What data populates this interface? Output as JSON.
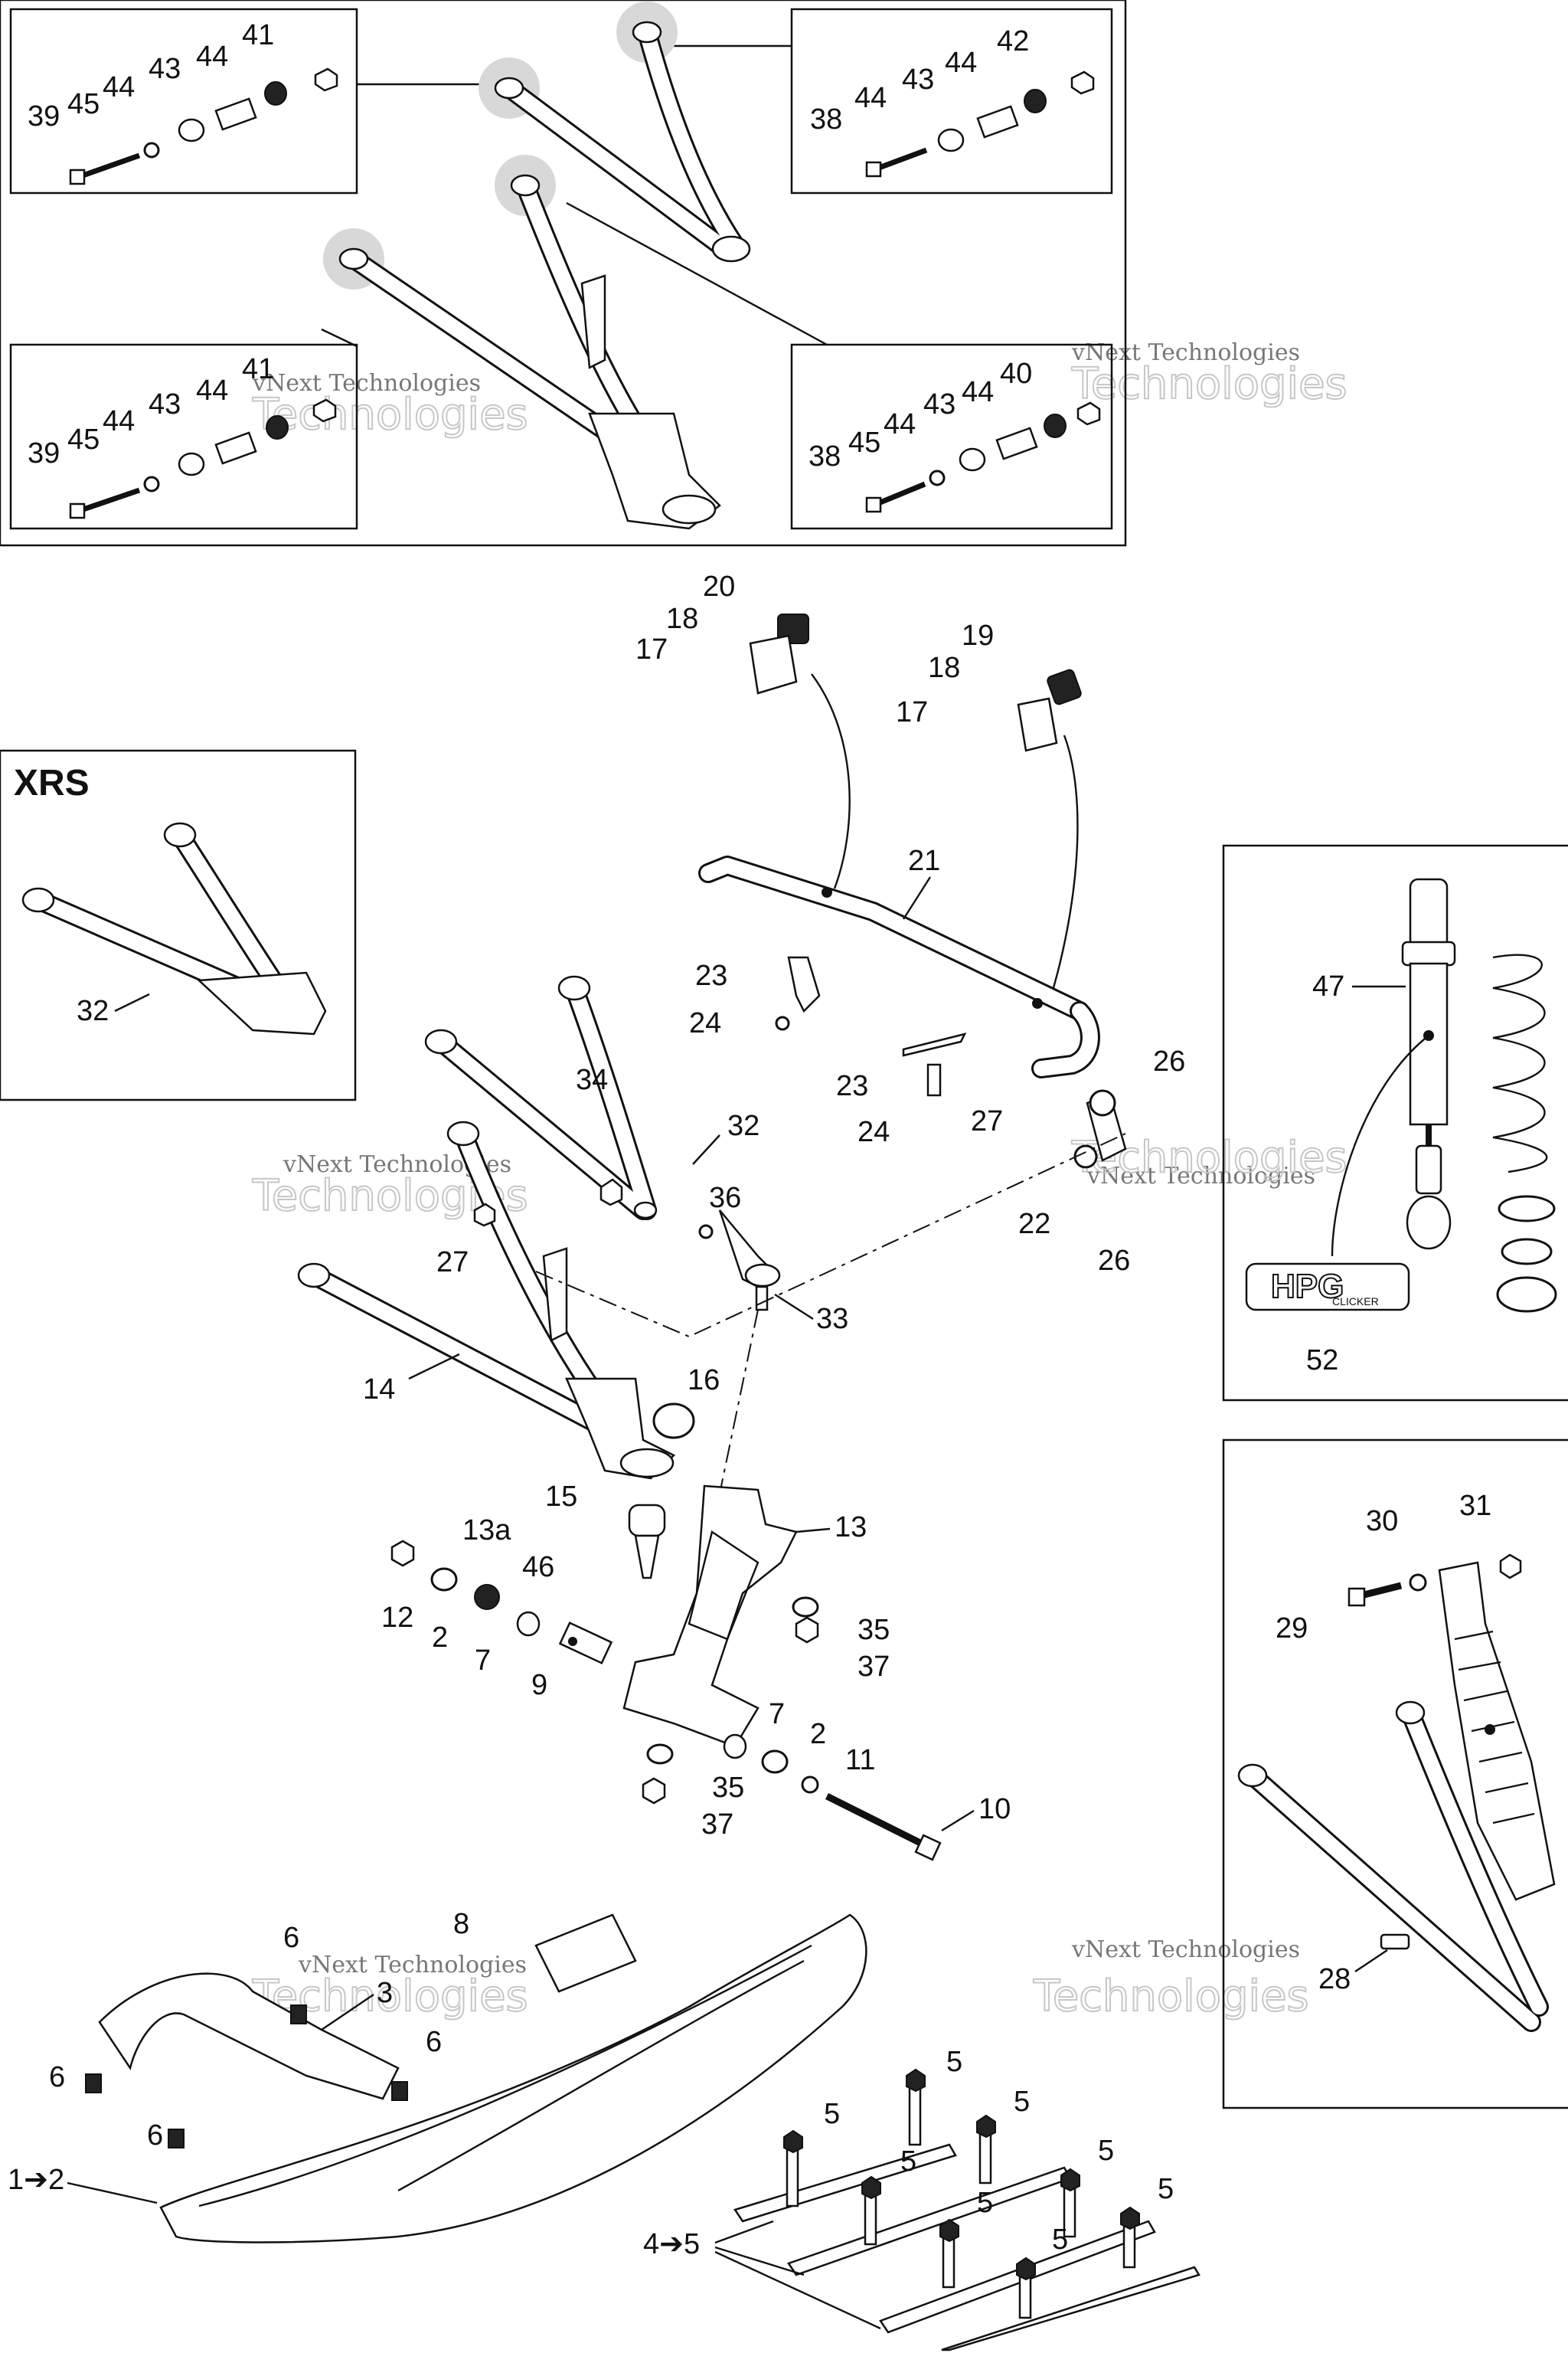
{
  "diagram": {
    "xrs_title": "XRS",
    "watermark": {
      "line1": "vNext Technologies",
      "line2": "Technologies"
    },
    "inset_top_left_upper": {
      "labels": [
        "41",
        "44",
        "43",
        "44",
        "45",
        "39"
      ]
    },
    "inset_top_left_lower": {
      "labels": [
        "41",
        "44",
        "43",
        "44",
        "45",
        "39"
      ]
    },
    "inset_top_right_upper": {
      "labels": [
        "42",
        "44",
        "43",
        "44",
        "38"
      ]
    },
    "inset_top_right_lower": {
      "labels": [
        "40",
        "44",
        "43",
        "44",
        "45",
        "38"
      ]
    },
    "sway_bar": {
      "labels": [
        "20",
        "18",
        "17",
        "19",
        "18",
        "17",
        "21",
        "23",
        "24",
        "23",
        "24",
        "27",
        "26",
        "22",
        "26"
      ]
    },
    "xrs_inset": {
      "labels": [
        "32"
      ]
    },
    "arms": {
      "labels": [
        "34",
        "32",
        "36",
        "27",
        "33",
        "14",
        "16"
      ]
    },
    "spindle": {
      "labels": [
        "15",
        "13",
        "13a",
        "46",
        "12",
        "2",
        "7",
        "9",
        "35",
        "37",
        "7",
        "2",
        "11",
        "35",
        "37",
        "10"
      ]
    },
    "shock_inset": {
      "labels": [
        "47",
        "52"
      ]
    },
    "shock_logo": "HPG",
    "shock_logo_sub": "CLICKER",
    "mount_inset": {
      "labels": [
        "30",
        "31",
        "29",
        "28"
      ]
    },
    "ski": {
      "labels": [
        "8",
        "6",
        "3",
        "6",
        "6",
        "6",
        "1➔2"
      ]
    },
    "runners": {
      "labels": [
        "5",
        "5",
        "5",
        "5",
        "5",
        "5",
        "5",
        "5",
        "4➔5"
      ]
    }
  }
}
